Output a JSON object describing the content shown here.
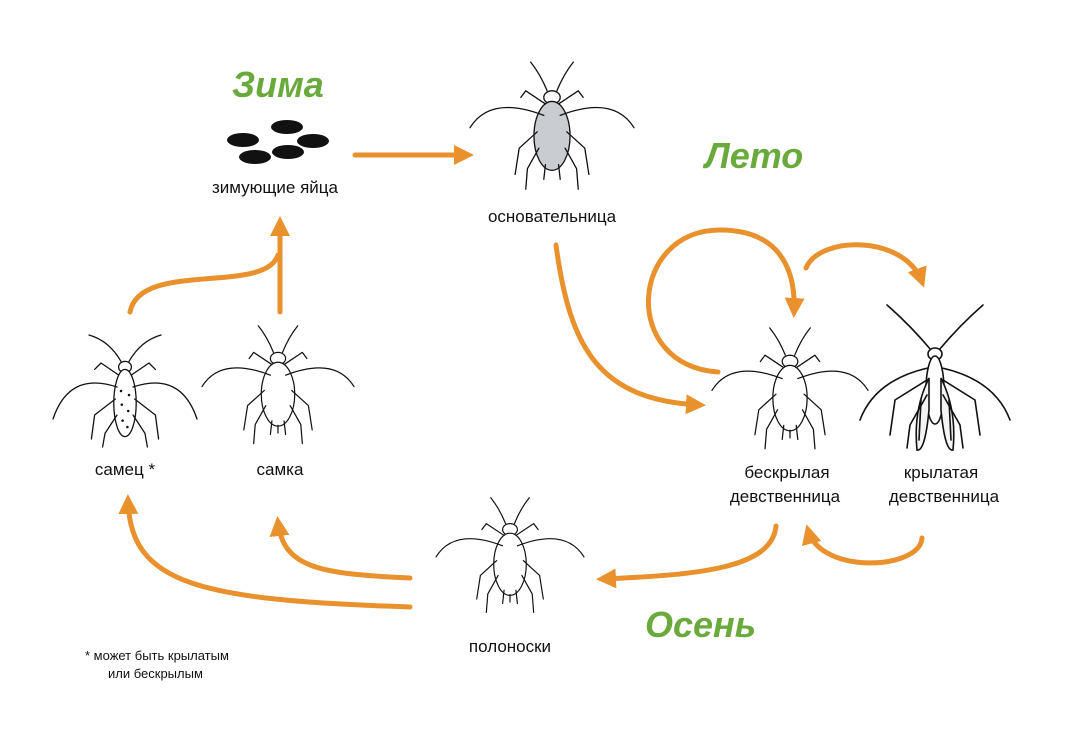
{
  "colors": {
    "arrow": "#e8912d",
    "season": "#6aaa3c",
    "egg": "#111111",
    "founder_body": "#c9cdd2",
    "body": "#ffffff"
  },
  "seasons": {
    "winter": "Зима",
    "summer": "Лето",
    "autumn": "Осень"
  },
  "stages": {
    "eggs": "зимующие яйца",
    "founder": "основательница",
    "wingless_line1": "бескрылая",
    "wingless_line2": "девственница",
    "winged_line1": "крылатая",
    "winged_line2": "девственница",
    "sexupara": "полоноски",
    "male": "самец *",
    "female": "самка"
  },
  "footnote": {
    "line1": "* может быть крылатым",
    "line2": "или бескрылым"
  },
  "icons": {
    "eggs": "egg-cluster-icon",
    "aphid": "aphid-icon",
    "winged_aphid": "winged-aphid-icon"
  }
}
